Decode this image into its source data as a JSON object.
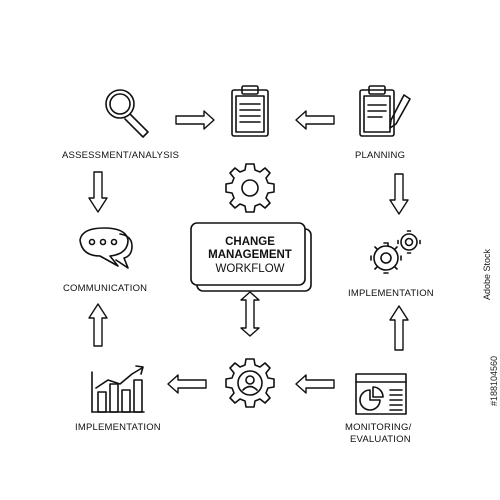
{
  "diagram": {
    "center": {
      "title_line1": "CHANGE",
      "title_line2": "MANAGEMENT",
      "subtitle": "WORKFLOW"
    },
    "nodes": [
      {
        "id": "assessment",
        "label": "ASSESSMENT/ANALYSIS",
        "icon": "magnifier-icon"
      },
      {
        "id": "clipboard-top",
        "label": "",
        "icon": "clipboard-icon"
      },
      {
        "id": "planning",
        "label": "PLANNING",
        "icon": "clipboard-pencil-icon"
      },
      {
        "id": "implementation-right",
        "label": "IMPLEMENTATION",
        "icon": "gears-icon"
      },
      {
        "id": "monitoring",
        "label_line1": "MONITORING/",
        "label_line2": "EVALUATION",
        "icon": "report-chart-icon"
      },
      {
        "id": "gear-person",
        "label": "",
        "icon": "gear-person-icon"
      },
      {
        "id": "implementation-left",
        "label": "IMPLEMENTATION",
        "icon": "bar-chart-icon"
      },
      {
        "id": "communication",
        "label": "COMMUNICATION",
        "icon": "speech-bubbles-icon"
      }
    ],
    "center_gear_icon": "gear-icon"
  },
  "watermark": {
    "stock_label": "Adobe Stock",
    "stock_id": "#188104560"
  }
}
